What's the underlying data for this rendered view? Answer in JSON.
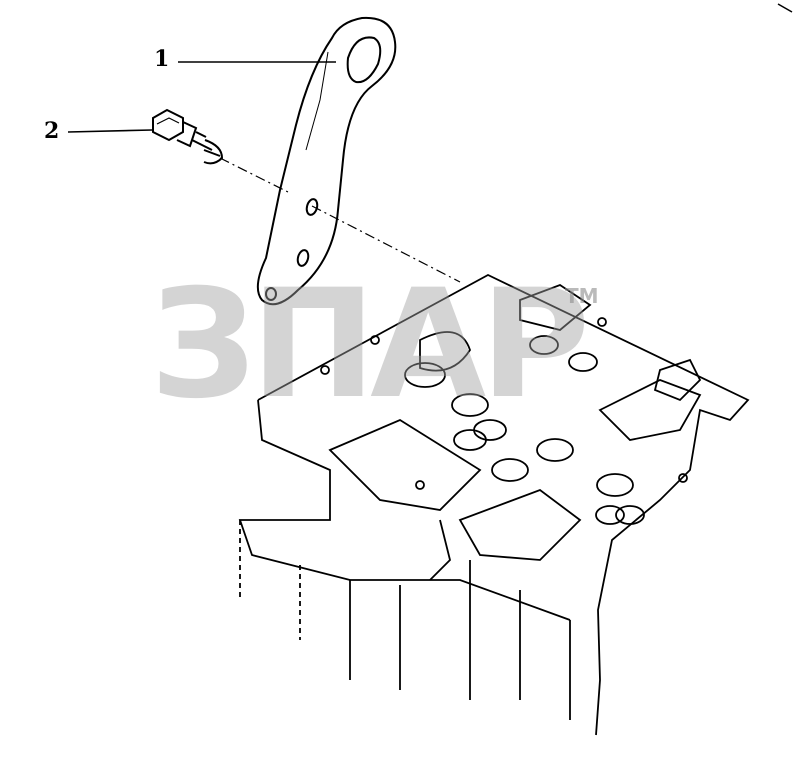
{
  "callouts": [
    {
      "number": "1",
      "part": "bracket-plate"
    },
    {
      "number": "2",
      "part": "bolt"
    }
  ],
  "watermark": {
    "text": "ЗПАР",
    "trademark": "TM"
  }
}
